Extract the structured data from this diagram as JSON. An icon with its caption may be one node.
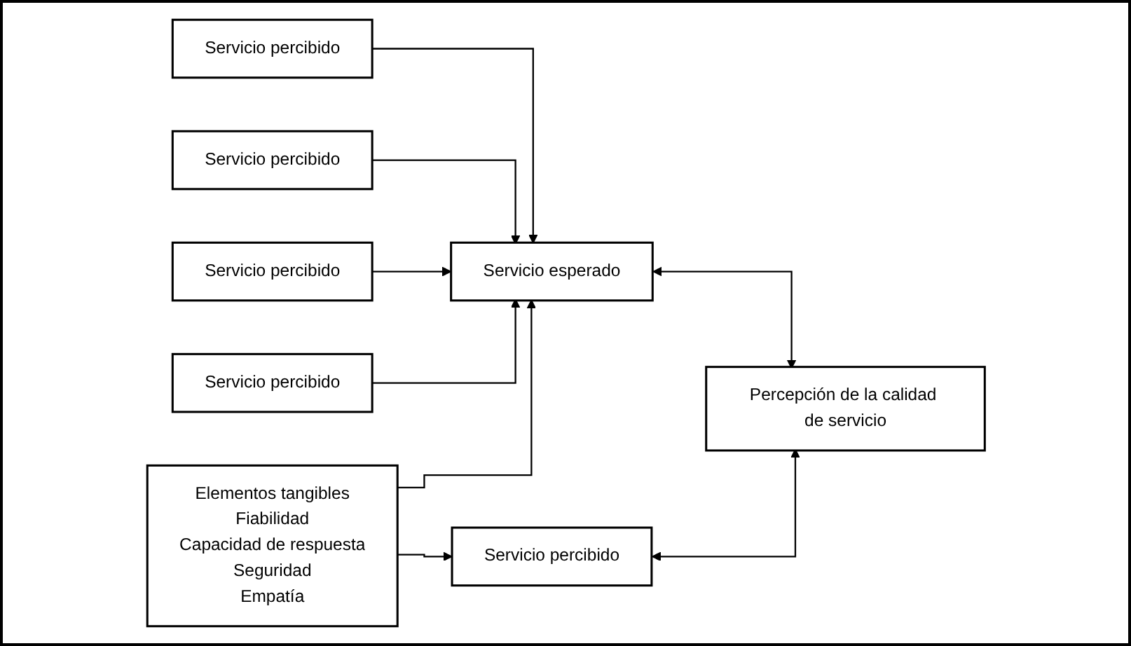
{
  "diagram": {
    "nodes": [
      {
        "text": [
          "Servicio percibido"
        ]
      },
      {
        "text": [
          "Servicio percibido"
        ]
      },
      {
        "text": [
          "Servicio percibido"
        ]
      },
      {
        "text": [
          "Servicio percibido"
        ]
      },
      {
        "text": [
          "Elementos tangibles",
          "Fiabilidad",
          "Capacidad de respuesta",
          "Seguridad",
          "Empatía"
        ]
      },
      {
        "text": [
          "Servicio esperado"
        ]
      },
      {
        "text": [
          "Percepción de la calidad de servicio"
        ]
      },
      {
        "text": [
          "Servicio percibido"
        ]
      }
    ],
    "edges": [
      {
        "from": 0,
        "to": 5,
        "arrow": "to"
      },
      {
        "from": 1,
        "to": 5,
        "arrow": "to"
      },
      {
        "from": 2,
        "to": 5,
        "arrow": "to"
      },
      {
        "from": 3,
        "to": 5,
        "arrow": "to"
      },
      {
        "from": 4,
        "to": 5,
        "arrow": "to"
      },
      {
        "from": 4,
        "to": 7,
        "arrow": "to"
      },
      {
        "from": 5,
        "to": 6,
        "arrow": "both"
      },
      {
        "from": 7,
        "to": 6,
        "arrow": "both"
      }
    ]
  }
}
